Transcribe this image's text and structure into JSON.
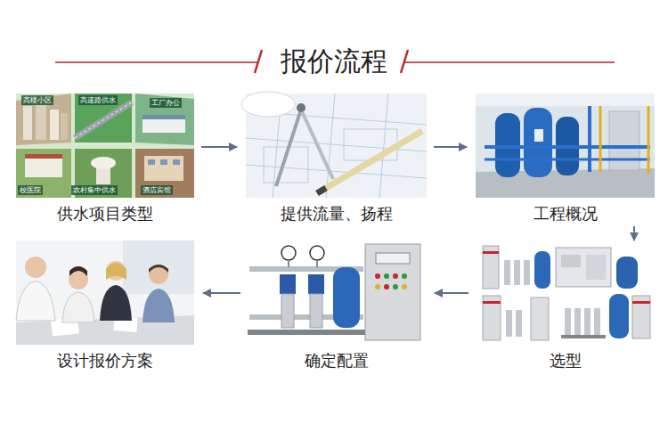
{
  "diagram": {
    "title": "报价流程",
    "nodes": [
      {
        "text": [
          "供水项目类型"
        ]
      },
      {
        "text": [
          "提供流量、扬程"
        ]
      },
      {
        "text": [
          "工程概况"
        ]
      },
      {
        "text": [
          "选型"
        ]
      },
      {
        "text": [
          "确定配置"
        ]
      },
      {
        "text": [
          "设计报价方案"
        ]
      }
    ],
    "edges": [
      {
        "from": 0,
        "to": 1,
        "arrow": "to"
      },
      {
        "from": 1,
        "to": 2,
        "arrow": "to"
      },
      {
        "from": 2,
        "to": 3,
        "arrow": "to"
      },
      {
        "from": 3,
        "to": 4,
        "arrow": "to"
      },
      {
        "from": 4,
        "to": 5,
        "arrow": "to"
      }
    ],
    "labels": [
      "高楼小区",
      "高速路供水",
      "工厂办公",
      "校医院",
      "农村集中供水",
      "酒店宾馆"
    ]
  }
}
